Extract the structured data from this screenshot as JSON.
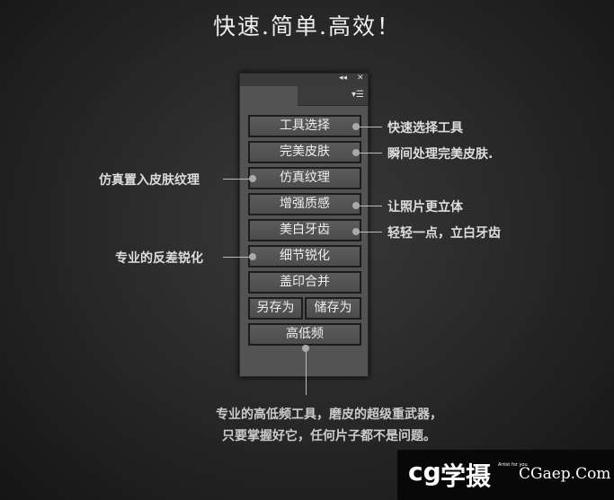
{
  "title": "快速.简单.高效！",
  "panel": {
    "collapse_icon": "double-chevron-left-icon",
    "close_icon": "close-icon",
    "menu_icon": "panel-menu-icon",
    "buttons": [
      "工具选择",
      "完美皮肤",
      "仿真纹理",
      "增强质感",
      "美白牙齿",
      "细节锐化",
      "盖印合并",
      "另存为",
      "储存为",
      "高低频"
    ]
  },
  "annotations_right": [
    "快速选择工具",
    "瞬间处理完美皮肤.",
    "让照片更立体",
    "轻轻一点，立白牙齿"
  ],
  "annotations_left": [
    "仿真置入皮肤纹理",
    "专业的反差锐化"
  ],
  "bottom": [
    "专业的高低频工具，磨皮的超级重武器，",
    "只要掌握好它，任何片子都不是问题。"
  ],
  "logo": {
    "mark": "cg",
    "name": "学摄",
    "tagline": "Artist for you",
    "url": "CGaep.Com"
  }
}
